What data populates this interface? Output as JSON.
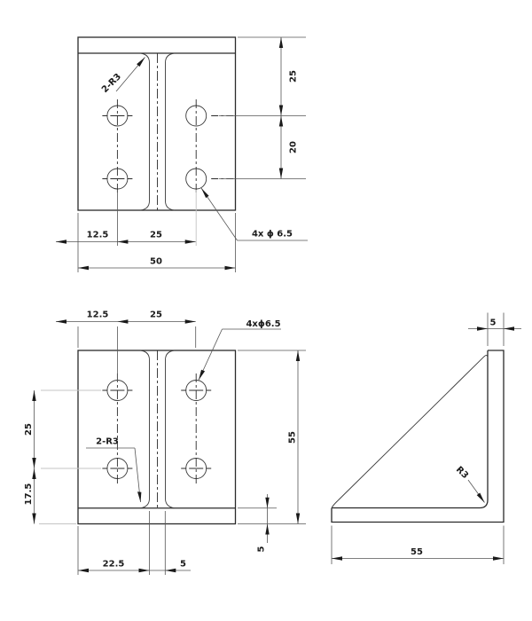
{
  "drawing": {
    "top_view": {
      "fillet_label": "2-R3",
      "holes_label": "4x ϕ 6.5",
      "dim_top_to_hole": "25",
      "dim_hole_spacing_v": "20",
      "dim_edge_to_hole": "12.5",
      "dim_hole_spacing_h": "25",
      "dim_width": "50"
    },
    "front_view": {
      "dim_edge_to_hole": "12.5",
      "dim_hole_spacing_h": "25",
      "holes_label": "4xϕ6.5",
      "dim_hole_spacing_v": "25",
      "dim_hole_to_bottom": "17.5",
      "fillet_label": "2-R3",
      "dim_edge_to_rib": "22.5",
      "dim_rib_thickness": "5",
      "dim_height": "55",
      "dim_base_thickness": "5"
    },
    "side_view": {
      "dim_wall_thickness": "5",
      "fillet_label": "R3",
      "dim_depth": "55"
    }
  }
}
